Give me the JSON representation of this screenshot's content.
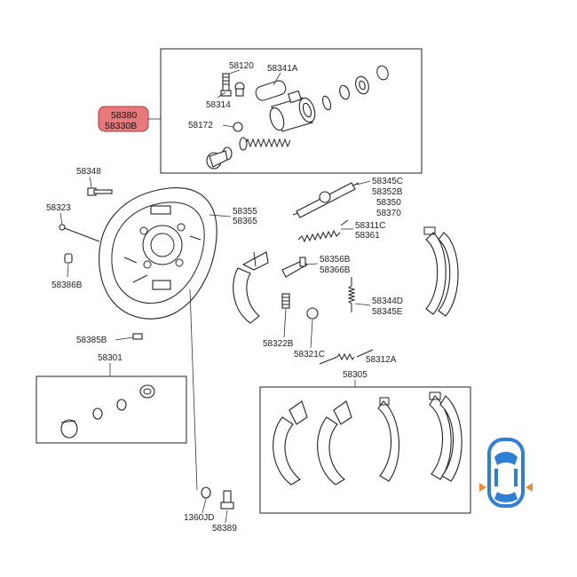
{
  "labels": {
    "58120": "58120",
    "58341A": "58341A",
    "58314": "58314",
    "58172": "58172",
    "58380": "58380",
    "58330B": "58330B",
    "58348": "58348",
    "58323": "58323",
    "58386B": "58386B",
    "58355": "58355",
    "58365": "58365",
    "58345C": "58345C",
    "58352B": "58352B",
    "58350": "58350",
    "58370": "58370",
    "58311C": "58311C",
    "58361": "58361",
    "58356B": "58356B",
    "58366B": "58366B",
    "58344D": "58344D",
    "58345E": "58345E",
    "58322B": "58322B",
    "58321C": "58321C",
    "58312A": "58312A",
    "58385B": "58385B",
    "58301": "58301",
    "58305": "58305",
    "1360JD": "1360JD",
    "58389": "58389"
  },
  "colors": {
    "highlight_fill": "#e8797b",
    "highlight_stroke": "#b03a3a",
    "car_blue": "#2f7fd6",
    "car_marker": "#f08a2a"
  },
  "icons": {
    "car": "car-top-view-icon"
  }
}
